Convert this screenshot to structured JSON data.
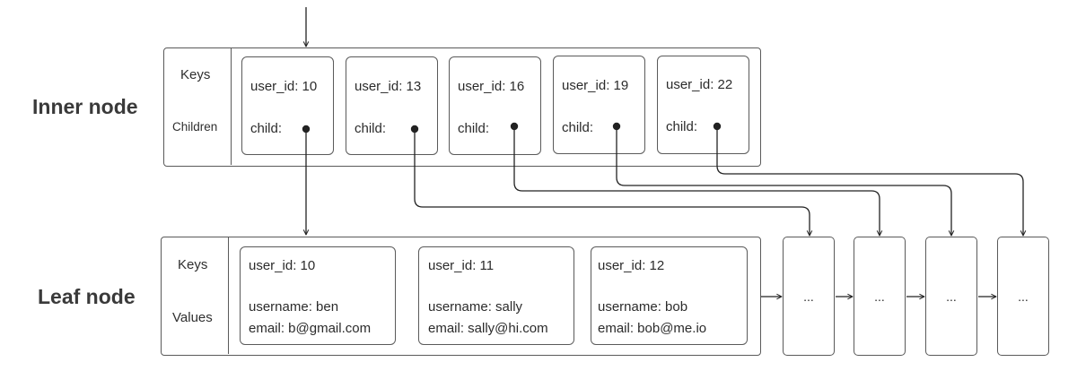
{
  "inner_node": {
    "title": "Inner node",
    "keys_label": "Keys",
    "children_label": "Children",
    "entries": [
      {
        "key": "user_id: 10",
        "child": "child:"
      },
      {
        "key": "user_id: 13",
        "child": "child:"
      },
      {
        "key": "user_id: 16",
        "child": "child:"
      },
      {
        "key": "user_id: 19",
        "child": "child:"
      },
      {
        "key": "user_id: 22",
        "child": "child:"
      }
    ]
  },
  "leaf_node": {
    "title": "Leaf node",
    "keys_label": "Keys",
    "values_label": "Values",
    "entries": [
      {
        "key": "user_id: 10",
        "username": "username: ben",
        "email": "email: b@gmail.com"
      },
      {
        "key": "user_id: 11",
        "username": "username: sally",
        "email": "email: sally@hi.com"
      },
      {
        "key": "user_id: 12",
        "username": "username: bob",
        "email": "email: bob@me.io"
      }
    ]
  },
  "sibling_leaves": [
    "...",
    "...",
    "...",
    "..."
  ]
}
